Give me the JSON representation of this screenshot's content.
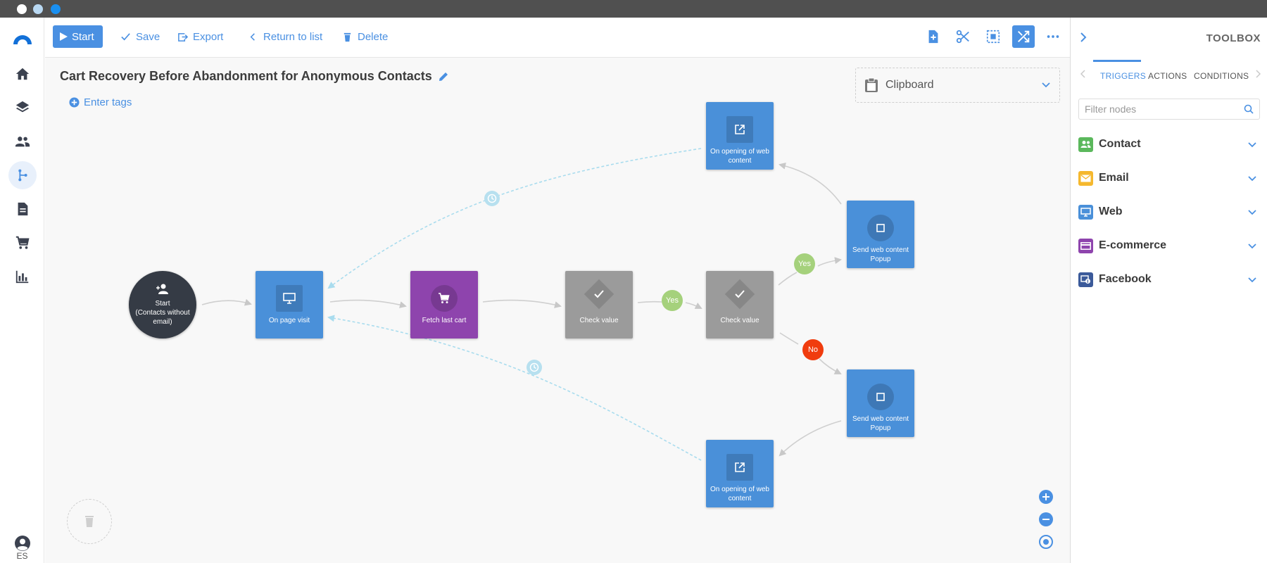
{
  "toolbar": {
    "start_label": "Start",
    "save_label": "Save",
    "export_label": "Export",
    "return_label": "Return to list",
    "delete_label": "Delete"
  },
  "workflow": {
    "title": "Cart Recovery Before Abandonment for Anonymous Contacts",
    "tags_label": "Enter tags"
  },
  "clipboard": {
    "label": "Clipboard"
  },
  "nodes": {
    "start": {
      "line1": "Start",
      "line2": "(Contacts without",
      "line3": "email)"
    },
    "page_visit": {
      "line1": "On page visit"
    },
    "fetch_cart": {
      "line1": "Fetch last cart"
    },
    "check1": {
      "line1": "Check value"
    },
    "check2": {
      "line1": "Check value"
    },
    "web_content_top": {
      "line1": "On opening of web",
      "line2": "content"
    },
    "web_content_bottom": {
      "line1": "On opening of web",
      "line2": "content"
    },
    "send_popup_top": {
      "line1": "Send web content",
      "line2": "Popup"
    },
    "send_popup_bottom": {
      "line1": "Send web content",
      "line2": "Popup"
    }
  },
  "badges": {
    "yes1": "Yes",
    "yes2": "Yes",
    "no": "No"
  },
  "sidebar": {
    "lang": "ES"
  },
  "toolbox": {
    "title": "TOOLBOX",
    "tabs": [
      "TRIGGERS",
      "ACTIONS",
      "CONDITIONS"
    ],
    "filter_placeholder": "Filter nodes",
    "categories": [
      {
        "label": "Contact",
        "icon": "contact-icon",
        "color": "#5bb85c"
      },
      {
        "label": "Email",
        "icon": "email-icon",
        "color": "#f5b82e"
      },
      {
        "label": "Web",
        "icon": "monitor-icon",
        "color": "#4a90d9"
      },
      {
        "label": "E-commerce",
        "icon": "card-icon",
        "color": "#8e44ad"
      },
      {
        "label": "Facebook",
        "icon": "facebook-icon",
        "color": "#3b5a9a"
      }
    ]
  },
  "colors": {
    "accent": "#4a90e2",
    "node_blue": "#4a90d9",
    "node_purple": "#8e44ad",
    "node_grey": "#9b9b9b",
    "start_dark": "#353b45",
    "yes_green": "#a5d17c",
    "no_red": "#f03c0e"
  }
}
